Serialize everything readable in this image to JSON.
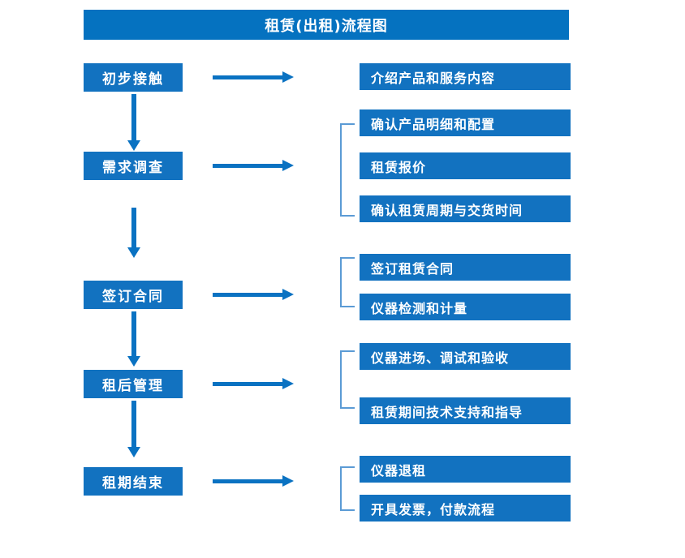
{
  "diagram": {
    "title": "租赁(出租)流程图",
    "colors": {
      "title_bar": "#0572c0",
      "box": "#1272c0",
      "arrow": "#0a72c2",
      "bracket": "#5b9bd5",
      "text": "#ffffff",
      "background": "#ffffff"
    },
    "stages": [
      {
        "label": "初步接触"
      },
      {
        "label": "需求调查"
      },
      {
        "label": "签订合同"
      },
      {
        "label": "租后管理"
      },
      {
        "label": "租期结束"
      }
    ],
    "details": [
      {
        "label": "介绍产品和服务内容"
      },
      {
        "label": "确认产品明细和配置"
      },
      {
        "label": "租赁报价"
      },
      {
        "label": "确认租赁周期与交货时间"
      },
      {
        "label": "签订租赁合同"
      },
      {
        "label": "仪器检测和计量"
      },
      {
        "label": "仪器进场、调试和验收"
      },
      {
        "label": "租赁期间技术支持和指导"
      },
      {
        "label": "仪器退租"
      },
      {
        "label": "开具发票，付款流程"
      }
    ]
  }
}
